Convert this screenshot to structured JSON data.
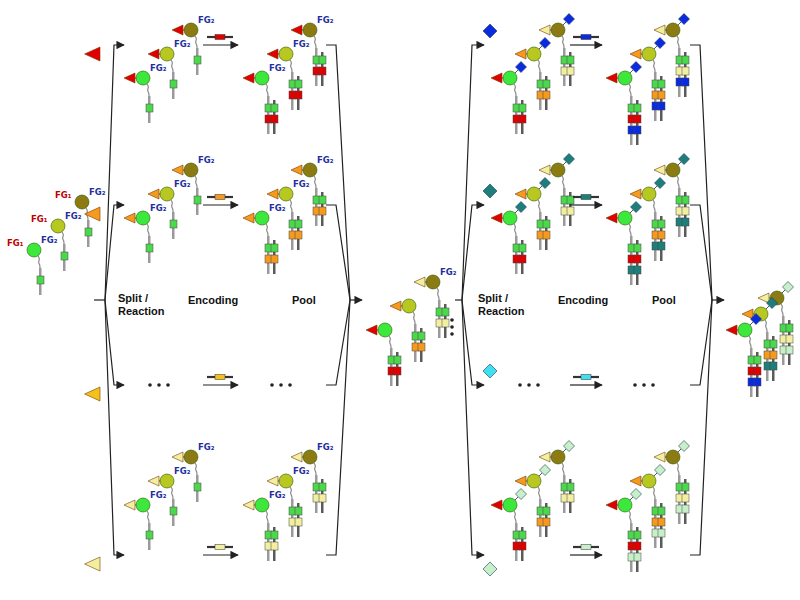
{
  "diagram": {
    "labels": [
      "Split / Reaction",
      "Encoding",
      "Pool",
      "Split / Reaction",
      "Encoding",
      "Pool",
      "FG₂",
      "FG₁",
      "FG₂",
      "FG₁",
      "FG₂",
      "FG₁",
      "FG₂",
      "FG₂",
      "FG₂",
      "FG₂",
      "FG₂",
      "FG₂",
      "FG₂",
      "FG₂",
      "FG₂",
      "FG₂",
      "FG₂",
      "FG₂",
      "FG₂",
      "FG₂",
      "FG₂",
      "FG₂",
      "FG₂",
      "FG₂",
      "FG₂"
    ]
  }
}
